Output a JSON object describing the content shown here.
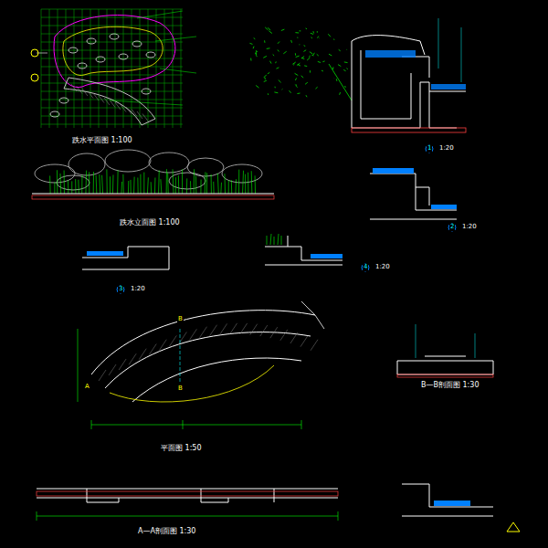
{
  "diagram": {
    "labels": [
      "跌水平面图  1:100",
      "跌水立面图  1:100",
      "平面图  1:50",
      "A—A剖面图  1:30",
      "B—B剖面图  1:30",
      "1",
      "2",
      "3",
      "4",
      "B",
      "B",
      "A",
      "1:20",
      "1:20",
      "1:20",
      "1:20"
    ]
  }
}
